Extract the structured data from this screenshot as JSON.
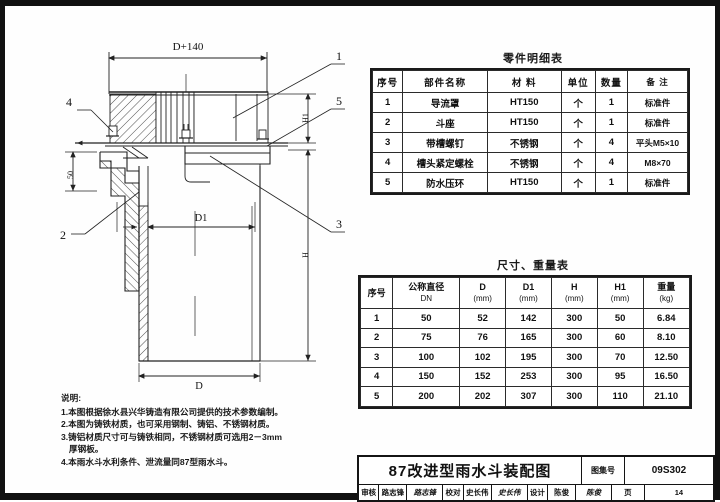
{
  "drawing": {
    "labels": {
      "dim_top": "D+140",
      "dim_h1": "H1",
      "dim_h": "H",
      "dim_left_50": "50",
      "dim_d1": "D1",
      "dim_d": "D",
      "callout_1": "1",
      "callout_2": "2",
      "callout_3": "3",
      "callout_4": "4",
      "callout_5": "5"
    }
  },
  "parts_table": {
    "title": "零件明细表",
    "headers": [
      "序号",
      "部件名称",
      "材  料",
      "单位",
      "数量",
      "备   注"
    ],
    "rows": [
      [
        "1",
        "导流罩",
        "HT150",
        "个",
        "1",
        "标准件"
      ],
      [
        "2",
        "斗座",
        "HT150",
        "个",
        "1",
        "标准件"
      ],
      [
        "3",
        "带槽螺钉",
        "不锈钢",
        "个",
        "4",
        "平头M5×10"
      ],
      [
        "4",
        "槽头紧定螺栓",
        "不锈钢",
        "个",
        "4",
        "M8×70"
      ],
      [
        "5",
        "防水压环",
        "HT150",
        "个",
        "1",
        "标准件"
      ]
    ]
  },
  "dims_table": {
    "title": "尺寸、重量表",
    "headers": [
      {
        "name": "序号",
        "unit": ""
      },
      {
        "name": "公称直径",
        "unit": "DN"
      },
      {
        "name": "D",
        "unit": "(mm)"
      },
      {
        "name": "D1",
        "unit": "(mm)"
      },
      {
        "name": "H",
        "unit": "(mm)"
      },
      {
        "name": "H1",
        "unit": "(mm)"
      },
      {
        "name": "重量",
        "unit": "(kg)"
      }
    ],
    "rows": [
      [
        "1",
        "50",
        "52",
        "142",
        "300",
        "50",
        "6.84"
      ],
      [
        "2",
        "75",
        "76",
        "165",
        "300",
        "60",
        "8.10"
      ],
      [
        "3",
        "100",
        "102",
        "195",
        "300",
        "70",
        "12.50"
      ],
      [
        "4",
        "150",
        "152",
        "253",
        "300",
        "95",
        "16.50"
      ],
      [
        "5",
        "200",
        "202",
        "307",
        "300",
        "110",
        "21.10"
      ]
    ]
  },
  "notes": {
    "heading": "说明:",
    "items": [
      "1.本图根据徐水县兴华铸造有限公司提供的技术参数编制。",
      "2.本图为铸铁材质，也可采用钢制、铸铝、不锈钢材质。",
      "3.铸铝材质尺寸可与铸铁相同，不锈钢材质可选用2－3mm",
      "4.本雨水斗水利条件、泄流量同87型雨水斗。"
    ],
    "continuation": "厚钢板。"
  },
  "title_block": {
    "drawing_name": "87改进型雨水斗装配图",
    "set_label": "图集号",
    "set_number": "09S302",
    "page_label": "页",
    "page_number": "14",
    "signatures": [
      {
        "role": "审核",
        "name": "路志锋",
        "sign": "路志锋"
      },
      {
        "role": "校对",
        "name": "史长伟",
        "sign": "史长伟"
      },
      {
        "role": "设计",
        "name": "陈俊",
        "sign": "陈俊"
      }
    ]
  }
}
